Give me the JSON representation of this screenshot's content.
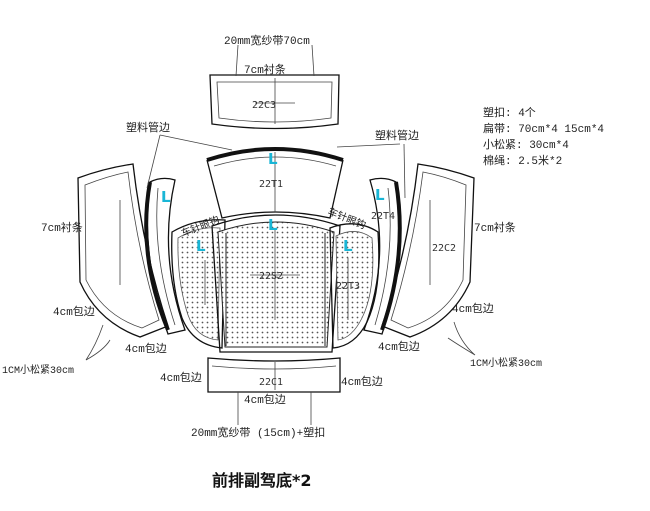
{
  "diagram": {
    "title": "前排副驾底*2",
    "panels": {
      "top_cap": "22C3",
      "upper_center": "22T1",
      "left_side": "",
      "left_inner": "",
      "center_mesh": "22S2",
      "right_inner": "22T3",
      "right_side": "22C2",
      "right_strip": "22T4",
      "bottom_strip": "22C1"
    },
    "labels": {
      "webbing_top": "20mm宽纱带70cm",
      "lining_top": "7cm衬条",
      "pipe_left": "塑料管边",
      "pipe_right": "塑料管边",
      "lining_left": "7cm衬条",
      "lining_right": "7cm衬条",
      "binding_left_outer": "4cm包边",
      "binding_right_outer": "4cm包边",
      "binding_left_inner": "4cm包边",
      "binding_right_inner": "4cm包边",
      "binding_bottom_left": "4cm包边",
      "binding_bottom_right": "4cm包边",
      "binding_bottom": "4cm包边",
      "elastic_left": "1CM小松紧30cm",
      "elastic_right": "1CM小松紧30cm",
      "webbing_bottom": "20mm宽纱带 (15cm)+塑扣",
      "needle_left": "车针眼钩",
      "needle_right": "车针眼钩"
    },
    "marks": [
      "L",
      "L",
      "L",
      "L",
      "L"
    ],
    "materials": [
      "塑扣: 4个",
      "扁带: 70cm*4   15cm*4",
      "小松紧: 30cm*4",
      "棉绳: 2.5米*2"
    ]
  }
}
